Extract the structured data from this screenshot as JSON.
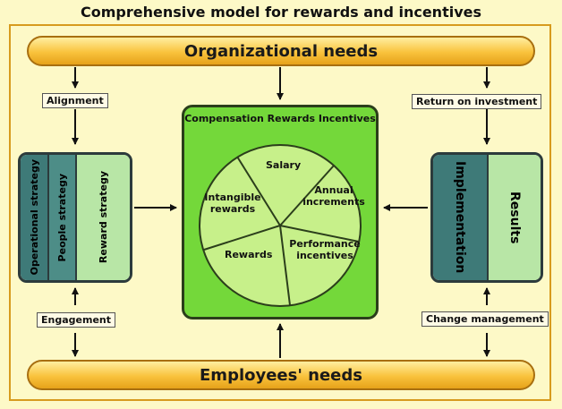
{
  "title": "Comprehensive model for rewards and incentives",
  "organizational_needs": "Organizational needs",
  "employees_needs": "Employees' needs",
  "tags": {
    "alignment": "Alignment",
    "engagement": "Engagement",
    "return_on_investment": "Return on investment",
    "change_management": "Change management"
  },
  "left_box": {
    "operational_strategy": "Operational strategy",
    "people_strategy": "People strategy",
    "reward_strategy": "Reward strategy"
  },
  "right_box": {
    "implementation": "Implementation",
    "results": "Results"
  },
  "center": {
    "title": "Compensation Rewards Incentives",
    "slices": {
      "salary": "Salary",
      "annual": "Annual",
      "increments": "increments",
      "intangible": "Intangible",
      "rewards_word": "rewards",
      "rewards": "Rewards",
      "performance": "Performance",
      "incentives": "incentives"
    }
  },
  "colors": {
    "background": "#fdf9c7",
    "frame": "#d79b1e",
    "band": "#f9c23c",
    "center_box": "#74d83a",
    "pie": "#c7f08a",
    "dark_teal": "#3e7a78",
    "light_green": "#b8e6a6"
  }
}
